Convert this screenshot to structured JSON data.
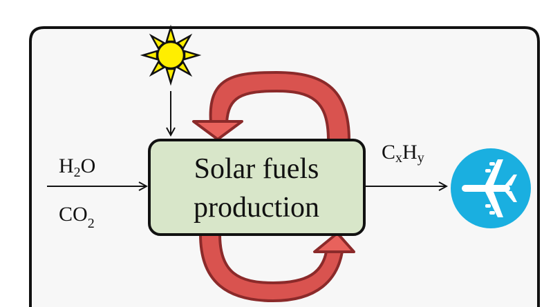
{
  "diagram": {
    "process_box": {
      "line1": "Solar fuels",
      "line2": "production"
    },
    "inputs": {
      "water": {
        "main": "H",
        "sub": "2",
        "tail": "O"
      },
      "carbon_dioxide": {
        "main": "CO",
        "sub": "2"
      }
    },
    "output": {
      "c": "C",
      "x": "x",
      "h": "H",
      "y": "y"
    },
    "icons": [
      "sun-icon",
      "airplane-icon"
    ],
    "colors": {
      "box_fill": "#d8e6c9",
      "cycle_arrow": "#d9534f",
      "cycle_outline": "#8b2a2a",
      "plane_circle": "#1aafe0",
      "sun": "#ffee00",
      "panel_bg": "#f7f7f7"
    }
  }
}
